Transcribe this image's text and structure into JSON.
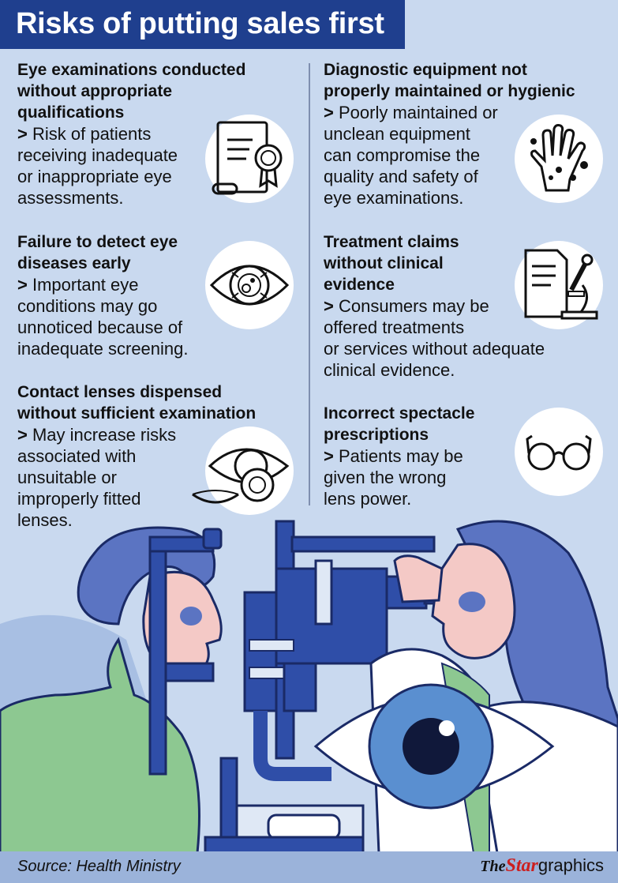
{
  "header": {
    "title": "Risks of putting sales first"
  },
  "risks": [
    {
      "title_lines": [
        "Eye examinations conducted",
        "without appropriate",
        "qualifications"
      ],
      "marker": ">",
      "desc_lines": [
        "Risk of patients",
        "receiving inadequate",
        "or inappropriate eye",
        "assessments."
      ],
      "icon": "certificate-icon"
    },
    {
      "title_lines": [
        "Failure to detect eye",
        "diseases early"
      ],
      "marker": ">",
      "desc_lines": [
        "Important eye",
        "conditions may go",
        "unnoticed because of",
        "inadequate screening."
      ],
      "icon": "diseased-eye-icon"
    },
    {
      "title_lines": [
        "Contact lenses dispensed",
        "without sufficient examination"
      ],
      "marker": ">",
      "desc_lines": [
        "May increase risks",
        "associated with",
        "unsuitable or",
        "improperly fitted",
        "lenses."
      ],
      "icon": "contact-lens-icon"
    },
    {
      "title_lines": [
        "Diagnostic equipment not",
        "properly maintained or hygienic"
      ],
      "marker": ">",
      "desc_lines": [
        "Poorly maintained or",
        "unclean equipment",
        "can compromise the",
        "quality and safety of",
        "eye examinations."
      ],
      "icon": "germ-hand-icon"
    },
    {
      "title_lines": [
        "Treatment claims",
        "without clinical",
        "evidence"
      ],
      "marker": ">",
      "desc_lines": [
        "Consumers may be",
        "offered treatments",
        "or services without adequate",
        "clinical evidence."
      ],
      "icon": "document-microscope-icon"
    },
    {
      "title_lines": [
        "Incorrect spectacle",
        "prescriptions"
      ],
      "marker": ">",
      "desc_lines": [
        "Patients may be",
        "given the wrong",
        "lens power."
      ],
      "icon": "glasses-icon"
    }
  ],
  "footer": {
    "source": "Source: Health Ministry",
    "brand_the": "The",
    "brand_star": "Star",
    "brand_graphics": "graphics"
  },
  "colors": {
    "background": "#c9d9ef",
    "title_bar": "#1f3f8e",
    "illustration_blue": "#2f4ea8",
    "patient_green": "#8dc891",
    "iris_blue": "#5a8fd0"
  }
}
